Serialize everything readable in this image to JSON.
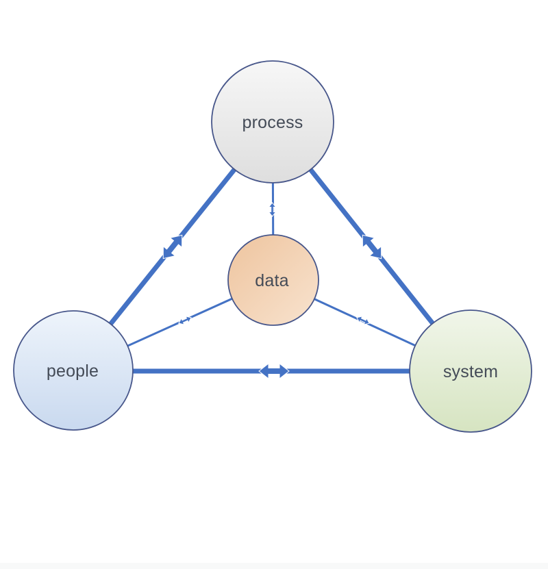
{
  "theme": {
    "background": "#ffffff",
    "connector_color": "#4472c4",
    "node_border_color": "#47568a",
    "label_color": "#444b57",
    "footer_strip_color": "#f8f9f9"
  },
  "nodes": [
    {
      "id": "process",
      "label": "process",
      "fill_light": "#f7f7f7",
      "fill_dark": "#dedede"
    },
    {
      "id": "data",
      "label": "data",
      "fill_dark": "#eec49e",
      "fill_light": "#f8e3cf"
    },
    {
      "id": "people",
      "label": "people",
      "fill_light": "#eef4fb",
      "fill_dark": "#c9d9ef"
    },
    {
      "id": "system",
      "label": "system",
      "fill_light": "#f1f6ea",
      "fill_dark": "#d6e4c1"
    }
  ],
  "edges": [
    {
      "from": "people",
      "to": "process",
      "type": "strong",
      "direction": "bidirectional"
    },
    {
      "from": "process",
      "to": "system",
      "type": "strong",
      "direction": "bidirectional"
    },
    {
      "from": "people",
      "to": "system",
      "type": "strong",
      "direction": "bidirectional"
    },
    {
      "from": "data",
      "to": "process",
      "type": "weak",
      "direction": "bidirectional"
    },
    {
      "from": "data",
      "to": "people",
      "type": "weak",
      "direction": "bidirectional"
    },
    {
      "from": "data",
      "to": "system",
      "type": "weak",
      "direction": "bidirectional"
    }
  ]
}
